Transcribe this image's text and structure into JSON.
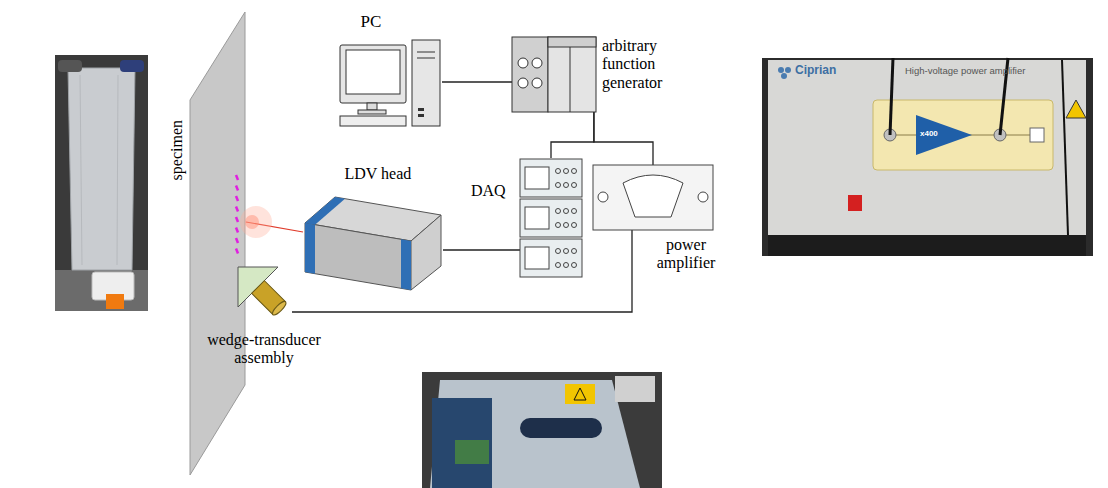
{
  "diagram": {
    "nodes": [
      {
        "text": [
          "specimen"
        ]
      },
      {
        "text": [
          "PC"
        ]
      },
      {
        "text": [
          "arbitrary function generator"
        ]
      },
      {
        "text": [
          "LDV head"
        ]
      },
      {
        "text": [
          "DAQ"
        ]
      },
      {
        "text": [
          "power amplifier"
        ]
      },
      {
        "text": [
          "wedge-transducer assembly"
        ]
      }
    ],
    "edges": [
      {
        "from": 1,
        "to": 2,
        "arrow": "none"
      },
      {
        "from": 2,
        "to": 4,
        "arrow": "none"
      },
      {
        "from": 2,
        "to": 5,
        "arrow": "none"
      },
      {
        "from": 3,
        "to": 4,
        "arrow": "none"
      },
      {
        "from": 5,
        "to": 6,
        "arrow": "none"
      },
      {
        "from": 3,
        "to": 0,
        "arrow": "none"
      }
    ],
    "labels": [
      "Ciprian",
      "High-voltage power amplifier",
      "x400"
    ]
  }
}
